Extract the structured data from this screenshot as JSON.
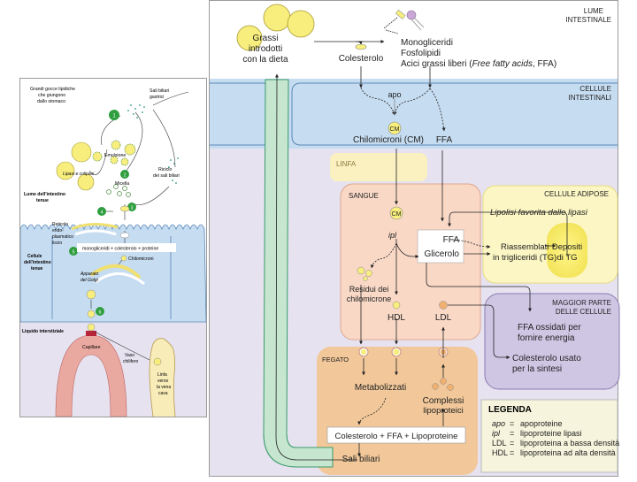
{
  "left_figure": {
    "stomach_drops": "Grandi gocce lipidiche che giungono dallo stomaco",
    "stomach_drops_lines": [
      "Grandi gocce lipidiche",
      "che giungono",
      "dallo stomaco"
    ],
    "bile_salts": [
      "Sali biliari",
      "gastrici"
    ],
    "emulsion": "Emulsione",
    "lipase": "Lipasi e colipasi",
    "micelle": "Micella",
    "bile_recycle": [
      "Riciclo",
      "dei sali biliari"
    ],
    "lumen": [
      "Lume dell'intestino",
      "tenue"
    ],
    "smooth_er": [
      "Reticolo",
      "endo-",
      "plasmatico",
      "liscio"
    ],
    "synthesis_box": "monogliceridi + colesterolo + proteine",
    "chylomicrons": "Chilomicroni",
    "golgi": [
      "Apparato",
      "del Golgi"
    ],
    "cell": [
      "Cellule",
      "dell'intestino",
      "tenue"
    ],
    "interstitial": "Liquido interstiziale",
    "capillary": "Capillare",
    "lacteal": [
      "Vaso",
      "chilifero"
    ],
    "lymph": [
      "Linfa",
      "verso",
      "la vena",
      "cava"
    ],
    "steps": [
      "1",
      "2",
      "3",
      "4",
      "5",
      "6",
      "7"
    ]
  },
  "main_figure": {
    "regions": {
      "lumen": [
        "LUME",
        "INTESTINALE"
      ],
      "intestinal_cells": [
        "CELLULE",
        "INTESTINALI"
      ],
      "lymph": "LINFA",
      "blood": "SANGUE",
      "adipose": "CELLULE ADIPOSE",
      "most_cells": [
        "MAGGIOR PARTE",
        "DELLE CELLULE"
      ],
      "liver": "FEGATO"
    },
    "dietary_fat": [
      "Grassi",
      "introdotti",
      "con la dieta"
    ],
    "cholesterol": "Colesterolo",
    "products": [
      "Monogliceridi",
      "Fosfolipidi",
      "Acici grassi liberi (",
      "Free fatty acids",
      ", FFA)"
    ],
    "apo": "apo",
    "cm_badge": "CM",
    "chylomicrons": "Chilomicroni (CM)",
    "ffa": "FFA",
    "ipl": "ipl",
    "ffa_box": "FFA",
    "glycerol": "Glicerolo",
    "lipolysis": "Lipolisi favorita dalle lipasi",
    "reassembled": [
      "Riassemblati",
      "in trigliceridi (TG)"
    ],
    "tg_deposits": [
      "Depositi",
      "di TG"
    ],
    "remnants": [
      "Residui dei",
      "chilomicrone"
    ],
    "hdl": "HDL",
    "ldl": "LDL",
    "ffa_oxidized": [
      "FFA ossidati per",
      "fornire energia"
    ],
    "cholesterol_synthesis": [
      "Colesterolo usato",
      "per la sintesi"
    ],
    "metabolized": "Metabolizzati",
    "complexes": [
      "Complessi",
      "lipoproteici"
    ],
    "liver_box": "Colesterolo + FFA + Lipoproteine",
    "bile_salts": "Sali biliari"
  },
  "legend": {
    "title": "LEGENDA",
    "items": [
      {
        "abbr": "apo",
        "eq": "=",
        "desc": "apoproteine"
      },
      {
        "abbr": "ipl",
        "eq": "=",
        "desc": "lipoproteine lipasi"
      },
      {
        "abbr": "LDL",
        "eq": "=",
        "desc": "lipoproteina a bassa densità"
      },
      {
        "abbr": "HDL",
        "eq": "=",
        "desc": "lipoproteina ad alta densità"
      }
    ]
  },
  "colors": {
    "lumen_bg": "#ffffff",
    "cell_blue": "#c6dcf1",
    "cell_border": "#5b88b8",
    "body_lavender": "#e6e2f0",
    "lymph_yellow": "#fbf0c0",
    "blood_salmon": "#f9d8c6",
    "adipose_yellow": "#fcf6c4",
    "most_cells_purple": "#cfc6e4",
    "liver_tan": "#f2c89a",
    "bile_green": "#c6e6d0",
    "fat_yellow": "#f7ee7e",
    "step_green": "#2e9e3e"
  }
}
